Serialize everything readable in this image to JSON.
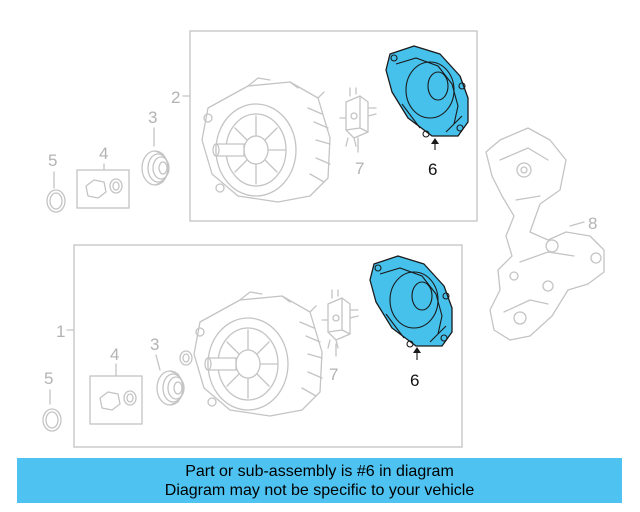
{
  "callouts": {
    "c1": "1",
    "c2": "2",
    "c3a": "3",
    "c3b": "3",
    "c4a": "4",
    "c4b": "4",
    "c5a": "5",
    "c5b": "5",
    "c6a": "6",
    "c6b": "6",
    "c7a": "7",
    "c7b": "7",
    "c8": "8"
  },
  "highlight_color": "#45c1ec",
  "banner": {
    "line1": "Part or sub-assembly is #6 in diagram",
    "line2": "Diagram may not be specific to your vehicle"
  }
}
